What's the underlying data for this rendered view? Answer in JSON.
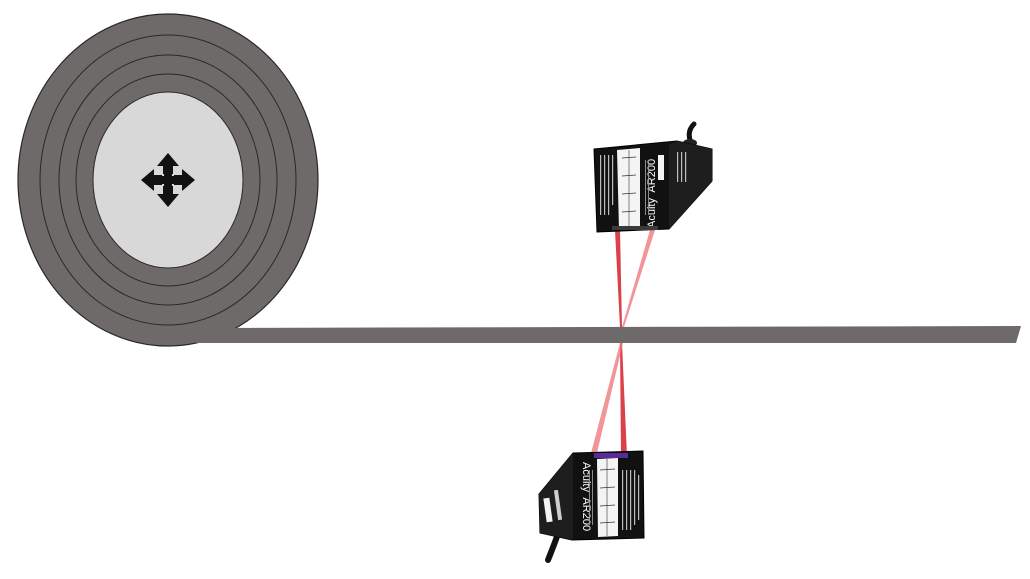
{
  "colors": {
    "background": "#ffffff",
    "roll_outer": "#6f6a6a",
    "roll_ring_line": "#2a2828",
    "roll_core": "#d9d8d8",
    "web_material": "#6f6a6a",
    "sensor_body": "#111111",
    "sensor_label_panel": "#f4f4f4",
    "sensor_window": "#5a2a9a",
    "laser_beam": "#d4202a",
    "laser_beam_light": "#ef7b7e",
    "cable": "#111111"
  },
  "icons": {
    "roll_center": "move-arrows-icon"
  },
  "sensors": {
    "top": {
      "brand": "Acuity",
      "model": "AR200"
    },
    "bottom": {
      "brand": "Acuity",
      "model": "AR200"
    }
  }
}
